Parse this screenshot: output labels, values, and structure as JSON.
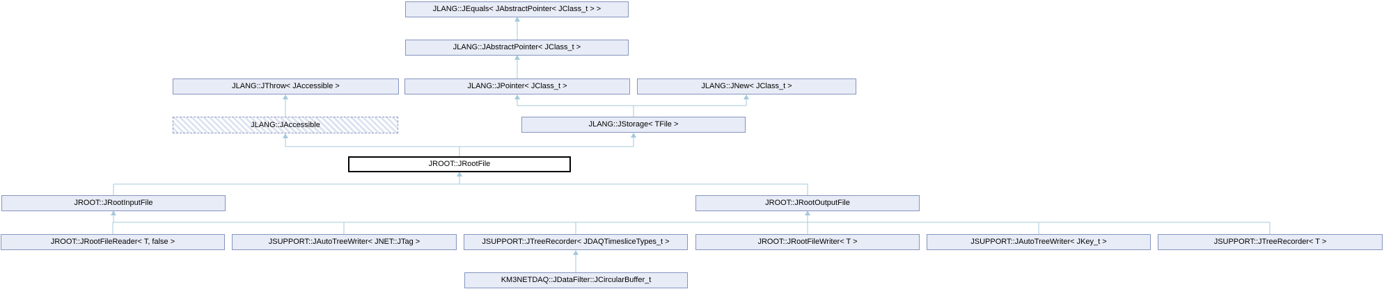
{
  "diagram": {
    "kind": "class-inheritance-graph",
    "colors": {
      "node_fill": "#e8ecf6",
      "node_border": "#8494be",
      "edge_color": "#a5c9dc",
      "focus_border": "#000000",
      "focus_fill": "#ffffff",
      "text_color": "#000000",
      "hatch_stripe": "#dde3f1"
    },
    "nodes": {
      "jequals": {
        "label": "JLANG::JEquals< JAbstractPointer< JClass_t > >"
      },
      "jabstractpointer": {
        "label": "JLANG::JAbstractPointer< JClass_t >"
      },
      "jthrow": {
        "label": "JLANG::JThrow< JAccessible >"
      },
      "jpointer": {
        "label": "JLANG::JPointer< JClass_t >"
      },
      "jnew": {
        "label": "JLANG::JNew< JClass_t >"
      },
      "jaccessible": {
        "label": "JLANG::JAccessible"
      },
      "jstorage": {
        "label": "JLANG::JStorage< TFile >"
      },
      "jrootfile": {
        "label": "JROOT::JRootFile"
      },
      "jrootinputfile": {
        "label": "JROOT::JRootInputFile"
      },
      "jrootoutputfile": {
        "label": "JROOT::JRootOutputFile"
      },
      "jrootfilereader": {
        "label": "JROOT::JRootFileReader< T, false >"
      },
      "jautotreewriter_jtag": {
        "label": "JSUPPORT::JAutoTreeWriter< JNET::JTag >"
      },
      "jtreerecorder_daq": {
        "label": "JSUPPORT::JTreeRecorder< JDAQTimesliceTypes_t >"
      },
      "jrootfilewriter": {
        "label": "JROOT::JRootFileWriter< T >"
      },
      "jautotreewriter_jkey": {
        "label": "JSUPPORT::JAutoTreeWriter< JKey_t >"
      },
      "jtreerecorder_t": {
        "label": "JSUPPORT::JTreeRecorder< T >"
      },
      "jcircularbuffer": {
        "label": "KM3NETDAQ::JDataFilter::JCircularBuffer_t"
      }
    },
    "edges": [
      {
        "from": "jabstractpointer",
        "to": "jequals"
      },
      {
        "from": "jpointer",
        "to": "jabstractpointer"
      },
      {
        "from": "jaccessible",
        "to": "jthrow"
      },
      {
        "from": "jstorage",
        "to": "jpointer"
      },
      {
        "from": "jstorage",
        "to": "jnew"
      },
      {
        "from": "jrootfile",
        "to": "jaccessible"
      },
      {
        "from": "jrootfile",
        "to": "jstorage"
      },
      {
        "from": "jrootinputfile",
        "to": "jrootfile"
      },
      {
        "from": "jrootoutputfile",
        "to": "jrootfile"
      },
      {
        "from": "jrootfilereader",
        "to": "jrootinputfile"
      },
      {
        "from": "jautotreewriter_jtag",
        "to": "jrootinputfile"
      },
      {
        "from": "jtreerecorder_daq",
        "to": "jrootinputfile"
      },
      {
        "from": "jrootfilewriter",
        "to": "jrootoutputfile"
      },
      {
        "from": "jautotreewriter_jkey",
        "to": "jrootoutputfile"
      },
      {
        "from": "jtreerecorder_t",
        "to": "jrootoutputfile"
      },
      {
        "from": "jcircularbuffer",
        "to": "jtreerecorder_daq"
      }
    ]
  }
}
